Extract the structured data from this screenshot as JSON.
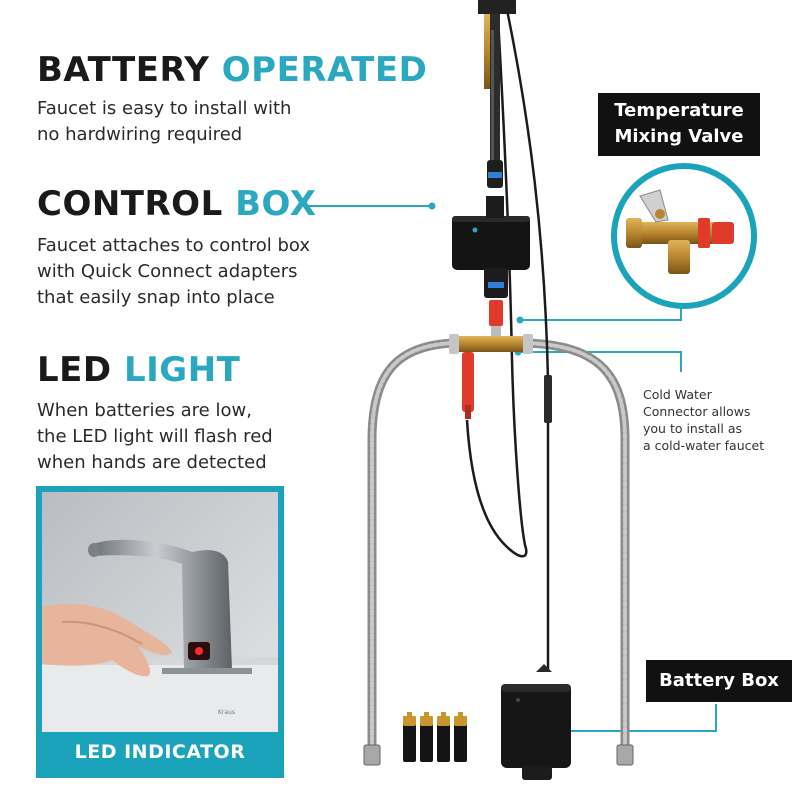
{
  "sections": {
    "battery": {
      "word1": "BATTERY",
      "word2": "OPERATED",
      "line1": "Faucet is easy to install with",
      "line2": "no hardwiring required"
    },
    "control": {
      "word1": "CONTROL",
      "word2": "BOX",
      "line1": "Faucet attaches to control box",
      "line2": "with Quick Connect adapters",
      "line3": "that easily snap into place"
    },
    "led": {
      "word1": "LED",
      "word2": "LIGHT",
      "line1": "When batteries are low,",
      "line2": "the LED light will flash red",
      "line3": "when hands are detected"
    }
  },
  "callouts": {
    "valve": {
      "line1": "Temperature",
      "line2": "Mixing Valve"
    },
    "battery_box": "Battery Box",
    "cold_water": {
      "line1": "Cold Water",
      "line2": "Connector allows",
      "line3": "you to install as",
      "line4": "a cold-water faucet"
    }
  },
  "led_inset": {
    "caption": "LED INDICATOR",
    "brand_mark": "Kraus"
  },
  "colors": {
    "accent": "#2aa8bf",
    "frame": "#1aa3bb",
    "dark": "#111111",
    "hose": "#9a9a9a",
    "red_connector": "#e03a2a"
  },
  "icons": [
    "faucet-icon",
    "control-box-icon",
    "battery-box-icon",
    "battery-cell-icon",
    "mixing-valve-icon",
    "hand-icon"
  ]
}
